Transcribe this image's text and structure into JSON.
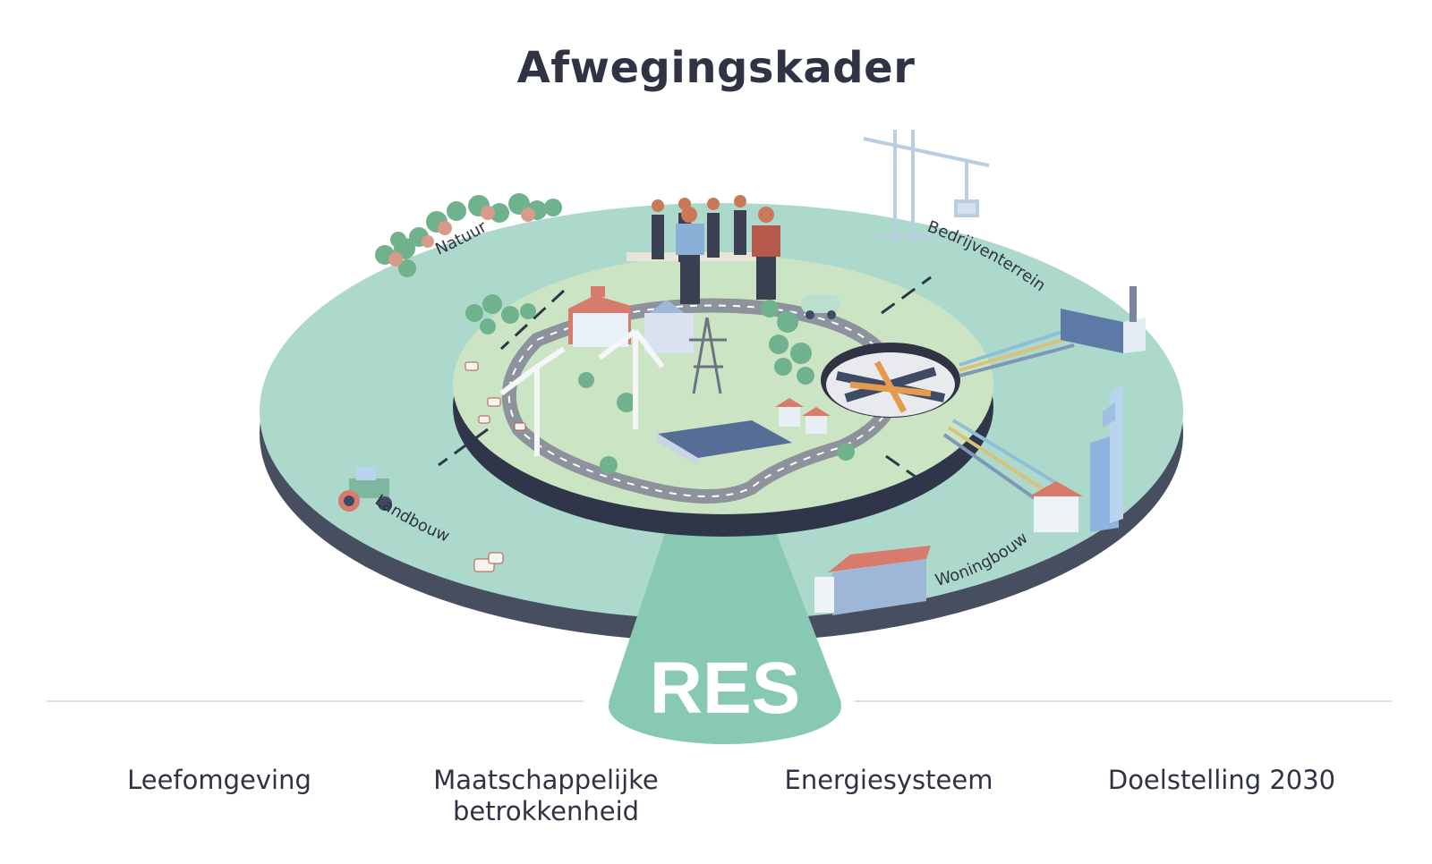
{
  "title": "Afwegingskader",
  "center_label": "RES",
  "ring_labels": {
    "natuur": "Natuur",
    "bedrijventerrein": "Bedrijventerrein",
    "landbouw": "Landbouw",
    "woningbouw": "Woningbouw"
  },
  "pillars": [
    {
      "line1": "Leefomgeving",
      "line2": ""
    },
    {
      "line1": "Maatschappelijke",
      "line2": "betrokkenheid"
    },
    {
      "line1": "Energiesysteem",
      "line2": ""
    },
    {
      "line1": "Doelstelling 2030",
      "line2": ""
    }
  ],
  "colors": {
    "outer_disc": "#acd9cc",
    "outer_edge": "#474e60",
    "inner_disc": "#cbe5c4",
    "inner_edge": "#30364a",
    "beam": "#88c9b4",
    "text": "#2f3343",
    "tree": "#6fb28d",
    "tree_pink": "#d89a8c",
    "building": "#b9d4ee",
    "roof": "#d77b6d"
  }
}
